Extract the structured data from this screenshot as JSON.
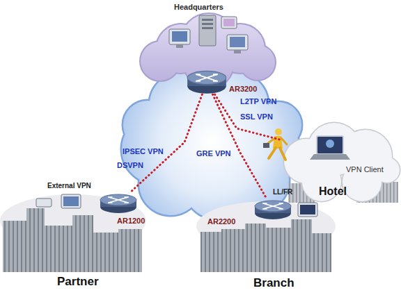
{
  "diagram": {
    "nodes": [
      {
        "text": [
          "Headquarters"
        ]
      },
      {
        "text": [
          "AR3200"
        ],
        "in": 0
      },
      {
        "text": [
          "Hotel"
        ]
      },
      {
        "text": [
          "VPN Client"
        ],
        "in": 2
      },
      {
        "text": [
          "Partner"
        ]
      },
      {
        "text": [
          "AR1200"
        ],
        "in": 4
      },
      {
        "text": [
          "Branch"
        ]
      },
      {
        "text": [
          "AR2200"
        ],
        "in": 6
      }
    ],
    "edges": [
      {
        "from": 1,
        "to": 5,
        "arrow": "none",
        "label": "IPSEC VPN"
      },
      {
        "from": 1,
        "to": 7,
        "arrow": "none",
        "label": "GRE VPN"
      },
      {
        "from": 1,
        "to": 3,
        "arrow": "none",
        "label": "SSL VPN"
      }
    ],
    "labels": [
      "L2TP VPN",
      "DSVPN",
      "LL/FR",
      "External VPN"
    ]
  }
}
